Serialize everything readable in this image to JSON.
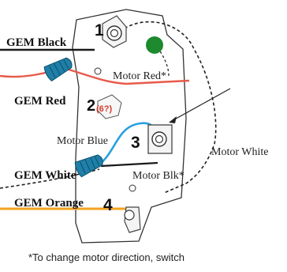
{
  "diagram": {
    "labels": {
      "gem_black": "GEM Black",
      "gem_red": "GEM Red",
      "gem_white": "GEM White",
      "gem_orange": "GEM Orange",
      "motor_red": "Motor Red*",
      "motor_blue": "Motor Blue",
      "motor_blk": "Motor Blk*",
      "motor_white": "Motor White"
    },
    "terminals": [
      "1",
      "2",
      "3",
      "4"
    ],
    "terminal_2_value": "(6?)",
    "footnote": "*To change motor direction, switch",
    "colors": {
      "black_wire": "#1a1a1a",
      "red_wire": "#e85a4a",
      "orange_wire": "#f4a21f",
      "blue_wire": "#2aa0e0",
      "wire_nut": "#1f7fa8",
      "green_dot": "#1e8a2e",
      "terminal_2_text": "#d23b2b"
    }
  }
}
